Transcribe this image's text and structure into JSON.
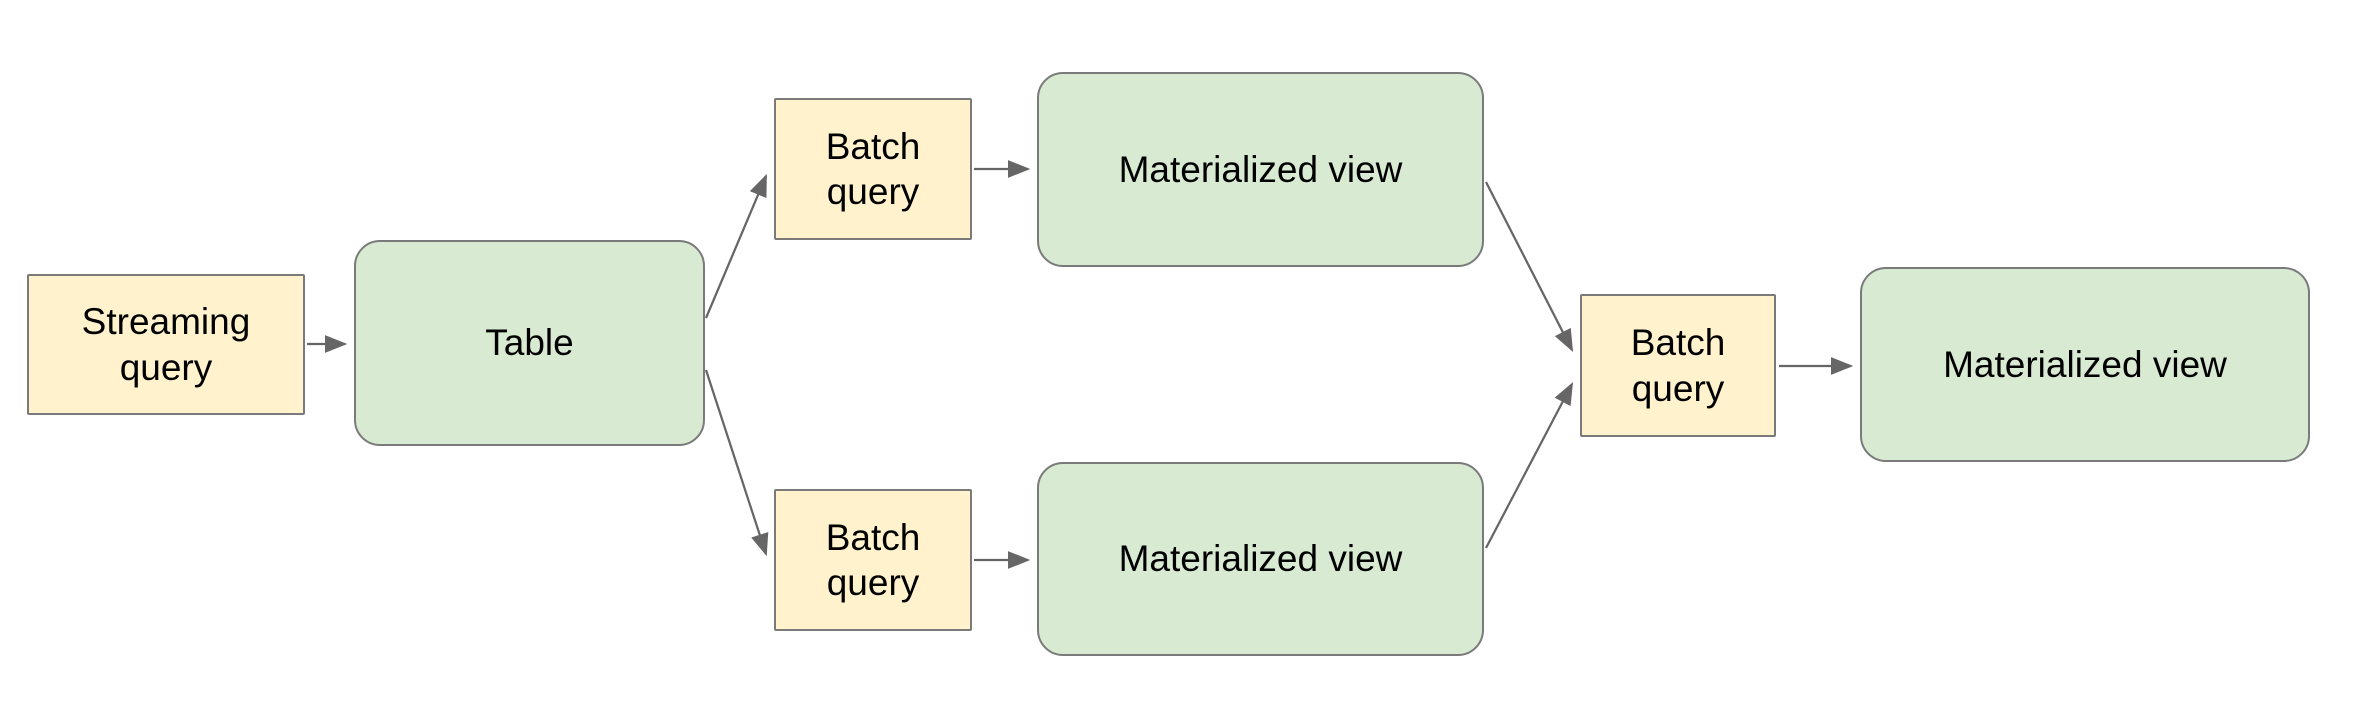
{
  "diagram": {
    "nodes": {
      "streaming_query": {
        "label": "Streaming\nquery",
        "type": "query"
      },
      "table": {
        "label": "Table",
        "type": "store"
      },
      "batch_query_top": {
        "label": "Batch\nquery",
        "type": "query"
      },
      "materialized_view_top": {
        "label": "Materialized view",
        "type": "store"
      },
      "batch_query_bottom": {
        "label": "Batch\nquery",
        "type": "query"
      },
      "materialized_view_bottom": {
        "label": "Materialized view",
        "type": "store"
      },
      "batch_query_right": {
        "label": "Batch\nquery",
        "type": "query"
      },
      "materialized_view_right": {
        "label": "Materialized view",
        "type": "store"
      }
    },
    "edges": [
      {
        "from": "streaming_query",
        "to": "table"
      },
      {
        "from": "table",
        "to": "batch_query_top"
      },
      {
        "from": "table",
        "to": "batch_query_bottom"
      },
      {
        "from": "batch_query_top",
        "to": "materialized_view_top"
      },
      {
        "from": "batch_query_bottom",
        "to": "materialized_view_bottom"
      },
      {
        "from": "materialized_view_top",
        "to": "batch_query_right"
      },
      {
        "from": "materialized_view_bottom",
        "to": "batch_query_right"
      },
      {
        "from": "batch_query_right",
        "to": "materialized_view_right"
      }
    ],
    "colors": {
      "query_node_fill": "#fff2cc",
      "store_node_fill": "#d9ead3",
      "node_border": "#7a7a7a",
      "arrow": "#666666",
      "text": "#000000",
      "background": "#ffffff"
    }
  }
}
